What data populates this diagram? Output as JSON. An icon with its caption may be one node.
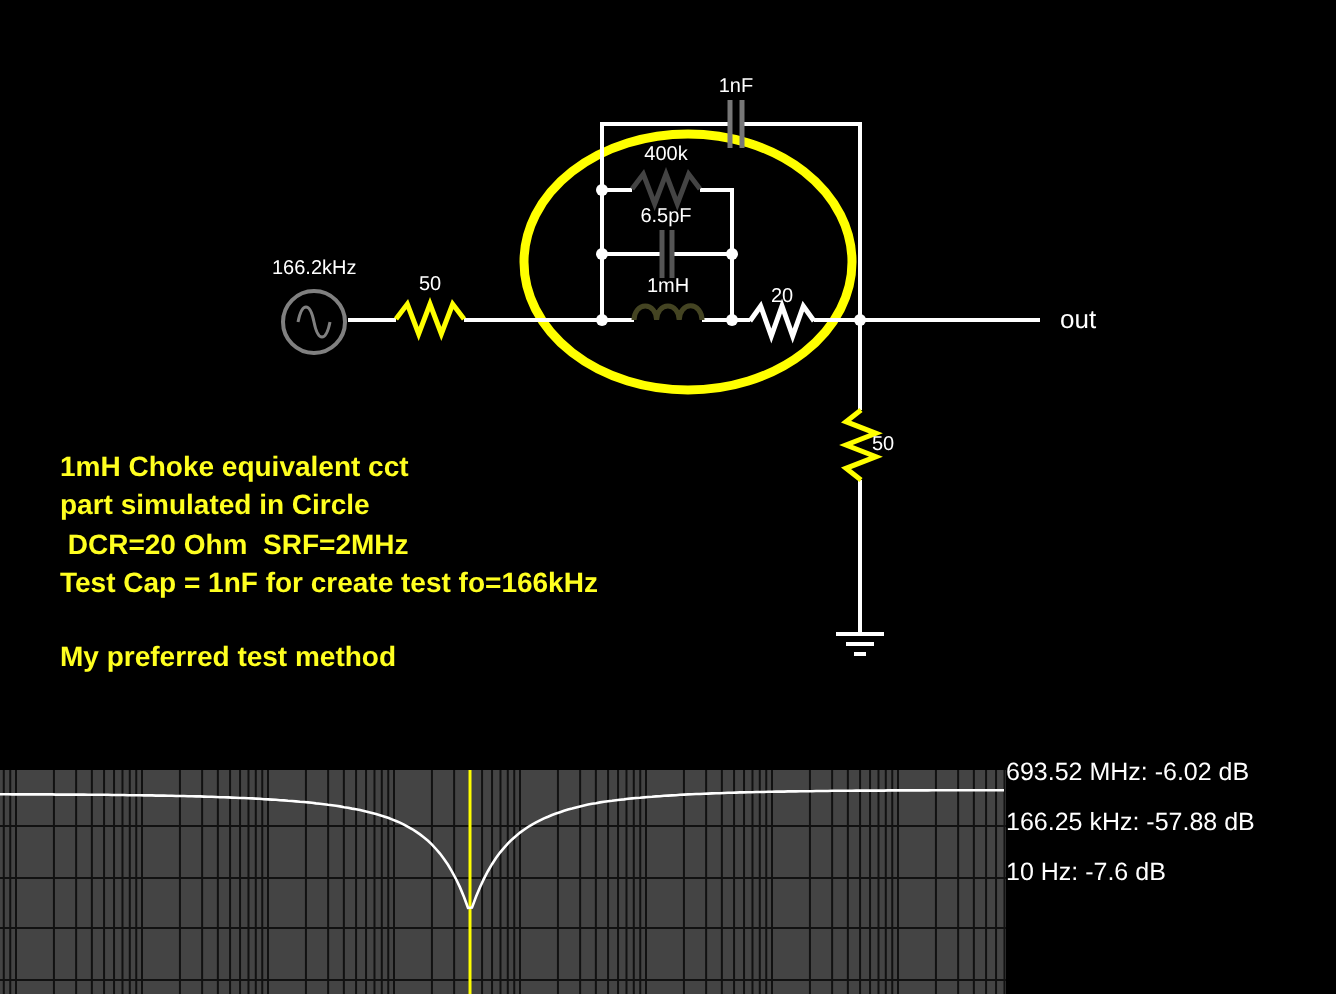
{
  "diagram": {
    "nodes": [
      {
        "text": [
          "166.2kHz"
        ]
      },
      {
        "text": [
          "50"
        ]
      },
      {
        "text": [
          "400k"
        ]
      },
      {
        "text": [
          "6.5pF"
        ]
      },
      {
        "text": [
          "1mH"
        ]
      },
      {
        "text": [
          "20"
        ]
      },
      {
        "text": [
          "1nF"
        ]
      },
      {
        "text": [
          "50"
        ]
      },
      {
        "text": [
          "out"
        ]
      },
      {
        "text": [],
        "shape": "ground"
      }
    ],
    "edges": [
      {
        "from": 0,
        "to": 1,
        "arrow": "none"
      },
      {
        "from": 1,
        "to": 4,
        "arrow": "none"
      },
      {
        "from": 1,
        "to": 3,
        "arrow": "none"
      },
      {
        "from": 1,
        "to": 2,
        "arrow": "none"
      },
      {
        "from": 1,
        "to": 6,
        "arrow": "none"
      },
      {
        "from": 4,
        "to": 5,
        "arrow": "none"
      },
      {
        "from": 3,
        "to": 5,
        "arrow": "none"
      },
      {
        "from": 2,
        "to": 5,
        "arrow": "none"
      },
      {
        "from": 5,
        "to": 8,
        "arrow": "none"
      },
      {
        "from": 6,
        "to": 5,
        "arrow": "none"
      },
      {
        "from": 5,
        "to": 7,
        "arrow": "none"
      },
      {
        "from": 7,
        "to": 9,
        "arrow": "none"
      }
    ],
    "labels": [
      "1mH Choke equivalent cct",
      "part simulated in Circle",
      " DCR=20 Ohm  SRF=2MHz",
      "Test Cap = 1nF for create test fo=166kHz",
      "My preferred test method",
      "693.52 MHz: -6.02 dB",
      "166.25 kHz: -57.88 dB",
      "10 Hz: -7.6 dB"
    ]
  }
}
